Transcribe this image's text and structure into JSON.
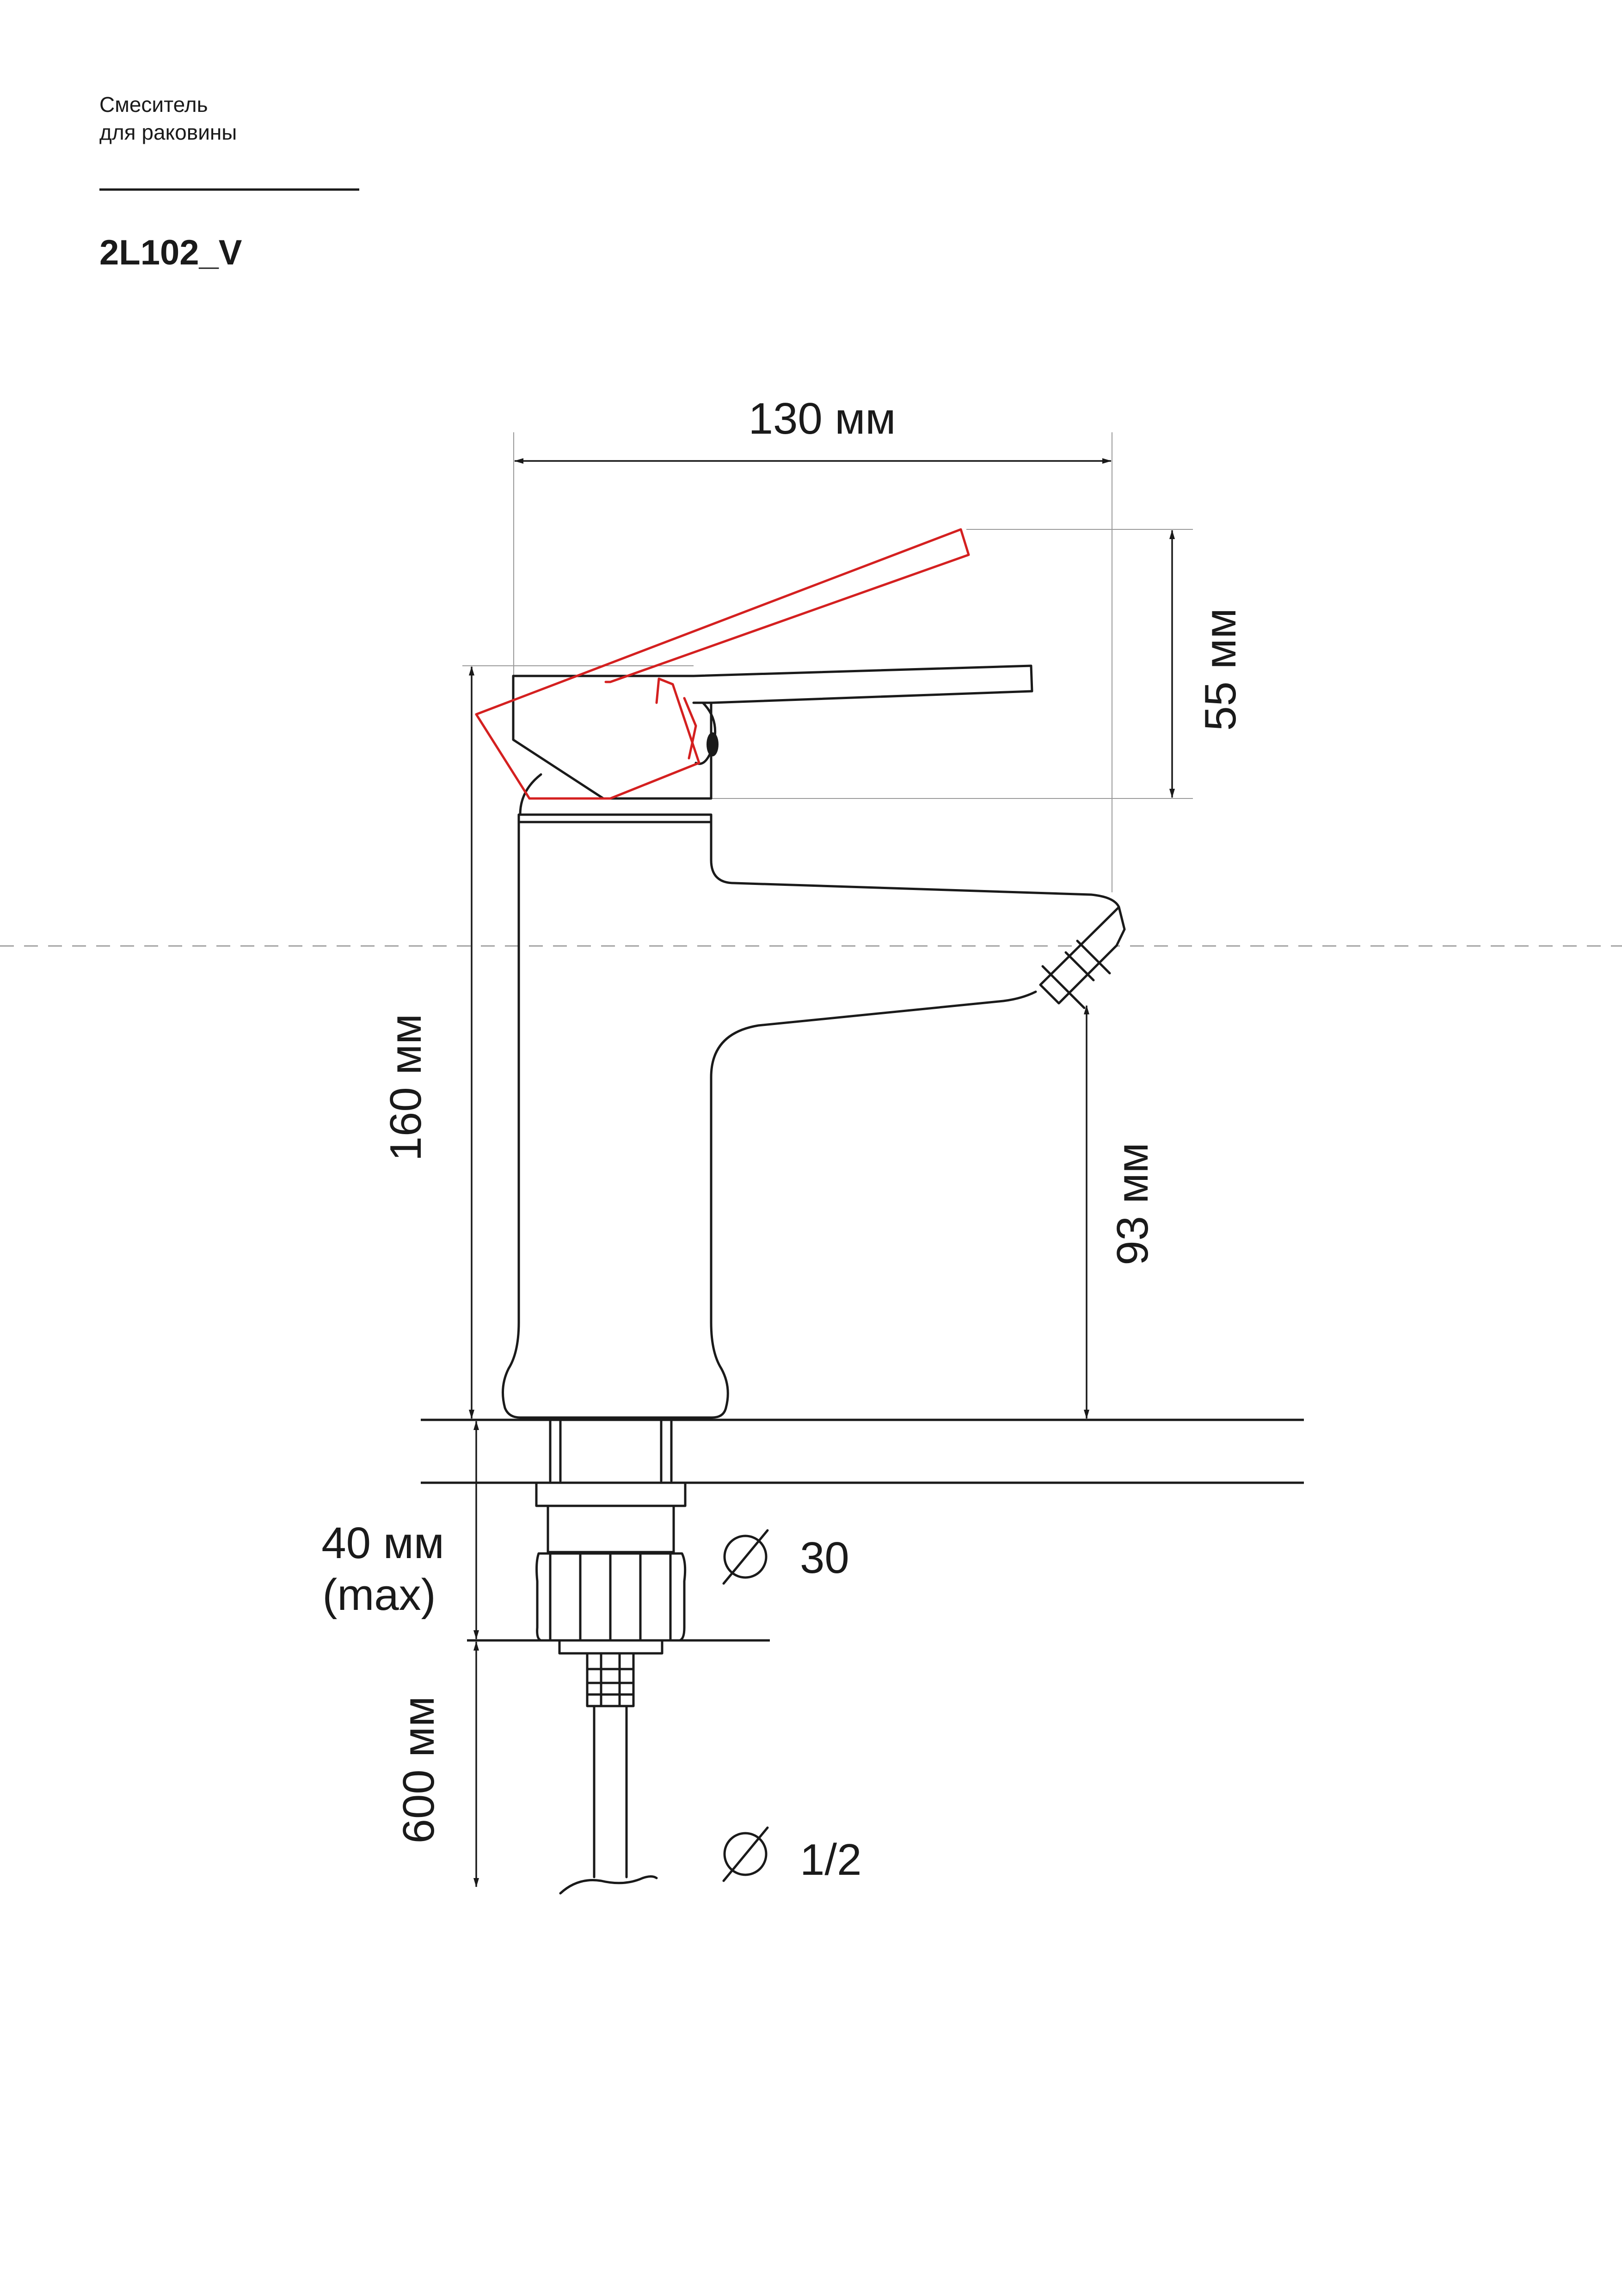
{
  "header": {
    "subtitle_line1": "Смеситель",
    "subtitle_line2": "для раковины",
    "model": "2L102_V"
  },
  "dimensions": {
    "width": "130 мм",
    "lever_rise": "55 мм",
    "height": "160 мм",
    "spout_clearance": "93 мм",
    "mount_thickness_line1": "40 мм",
    "mount_thickness_line2": "(max)",
    "hose_length": "600 мм",
    "hole_diameter": "30",
    "thread_diameter": "1/2"
  },
  "colors": {
    "line": "#1a1a1a",
    "open_lever": "#d42020",
    "guide": "#9a9a9a"
  }
}
